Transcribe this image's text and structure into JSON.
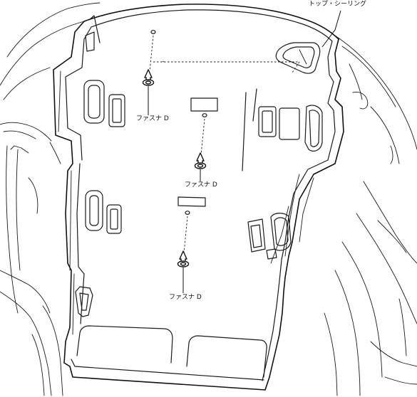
{
  "labels": {
    "top_ceiling": "トップ・シーリング",
    "fastener_1": "ファスナ D",
    "fastener_2": "ファスナ D",
    "fastener_3": "ファスナ D"
  },
  "colors": {
    "line": "#1a1a1a",
    "background": "#ffffff"
  },
  "icons": [
    "fastener-clip-icon"
  ]
}
